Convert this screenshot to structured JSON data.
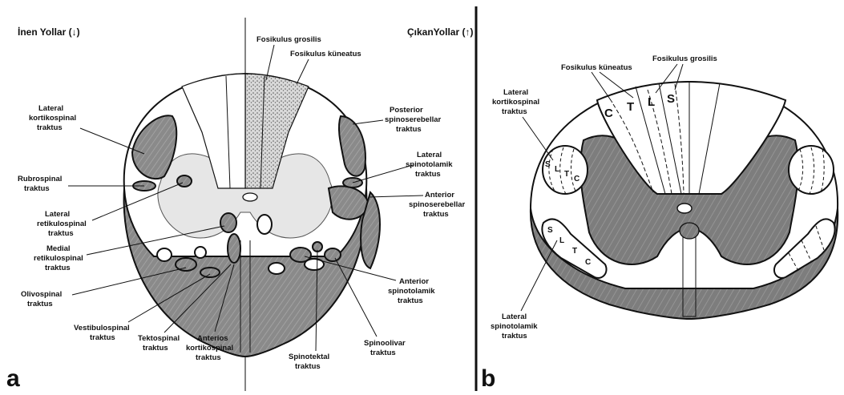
{
  "panel_a": {
    "panel_letter": "a",
    "header_left": "İnen Yollar (↓)",
    "header_right": "ÇıkanYollar (↑)",
    "labels": {
      "fasciculus_gracilis": "Fosikulus grosilis",
      "fasciculus_cuneatus": "Fosikulus küneatus",
      "lateral_corticospinal_1": "Lateral",
      "lateral_corticospinal_2": "kortikospinal",
      "lateral_corticospinal_3": "traktus",
      "rubrospinal_1": "Rubrospinal",
      "rubrospinal_2": "traktus",
      "lateral_reticulospinal_1": "Lateral",
      "lateral_reticulospinal_2": "retikulospinal",
      "lateral_reticulospinal_3": "traktus",
      "medial_reticulospinal_1": "Medial",
      "medial_reticulospinal_2": "retikulospinal",
      "medial_reticulospinal_3": "traktus",
      "olivospinal_1": "Olivospinal",
      "olivospinal_2": "traktus",
      "vestibulospinal_1": "Vestibulospinal",
      "vestibulospinal_2": "traktus",
      "tectospinal_1": "Tektospinal",
      "tectospinal_2": "traktus",
      "anterior_corticospinal_1": "Anterios",
      "anterior_corticospinal_2": "kortikospinal",
      "anterior_corticospinal_3": "traktus",
      "posterior_spinocerebellar_1": "Posterior",
      "posterior_spinocerebellar_2": "spinoserebellar",
      "posterior_spinocerebellar_3": "traktus",
      "lateral_spinothalamic_1": "Lateral",
      "lateral_spinothalamic_2": "spinotolamik",
      "lateral_spinothalamic_3": "traktus",
      "anterior_spinocerebellar_1": "Anterior",
      "anterior_spinocerebellar_2": "spinoserebellar",
      "anterior_spinocerebellar_3": "traktus",
      "anterior_spinothalamic_1": "Anterior",
      "anterior_spinothalamic_2": "spinotolamik",
      "anterior_spinothalamic_3": "traktus",
      "spino_olivary_1": "Spinoolivar",
      "spino_olivary_2": "traktus",
      "spinotectal_1": "Spinotektal",
      "spinotectal_2": "traktus"
    }
  },
  "panel_b": {
    "panel_letter": "b",
    "labels": {
      "fasciculus_cuneatus": "Fosikulus küneatus",
      "fasciculus_gracilis": "Fosikulus grosilis",
      "lateral_corticospinal_1": "Lateral",
      "lateral_corticospinal_2": "kortikospinal",
      "lateral_corticospinal_3": "traktus",
      "lateral_spinothalamic_1": "Lateral",
      "lateral_spinothalamic_2": "spinotolamik",
      "lateral_spinothalamic_3": "traktus"
    },
    "segments_dorsal": [
      "C",
      "T",
      "L",
      "S"
    ],
    "segments_lateral": [
      "S",
      "L",
      "T",
      "C"
    ],
    "segments_spinothalamic": [
      "S",
      "L",
      "T",
      "C"
    ]
  },
  "colors": {
    "tract_fill": "#8a8a8a",
    "gray_matter_a": "#e6e6e6",
    "gray_matter_b": "#7d7d7d",
    "outline": "#111111"
  }
}
